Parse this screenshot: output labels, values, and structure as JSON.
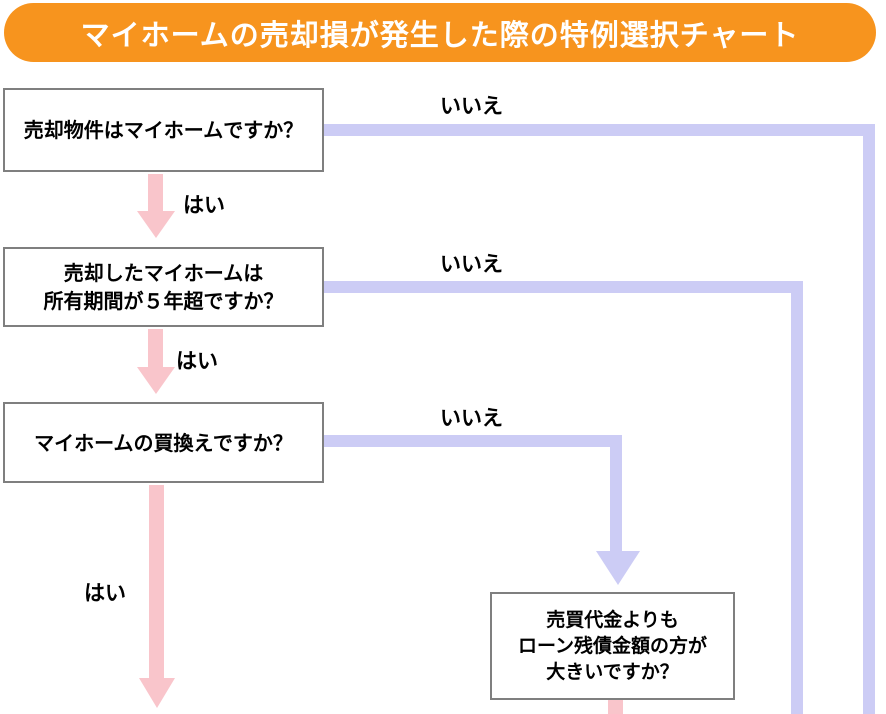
{
  "title": "マイホームの売却損が発生した際の特例選択チャート",
  "labels": {
    "yes": "はい",
    "no": "いいえ"
  },
  "nodes": {
    "q1": {
      "line1": "売却物件はマイホームですか？"
    },
    "q2": {
      "line1": "売却したマイホームは",
      "line2": "所有期間が５年超ですか？"
    },
    "q3": {
      "line1": "マイホームの買換えですか？"
    },
    "q4": {
      "line1": "売買代金よりも",
      "line2": "ローン残債金額の方が",
      "line3": "大きいですか？"
    }
  },
  "colors": {
    "banner_orange": "#F7941E",
    "yes_arrow_pink": "#F9C5CB",
    "no_line_purple": "#CCCCF5",
    "box_border_gray": "#7F7F7F",
    "text_black": "#000000",
    "title_white": "#FFFFFF"
  }
}
